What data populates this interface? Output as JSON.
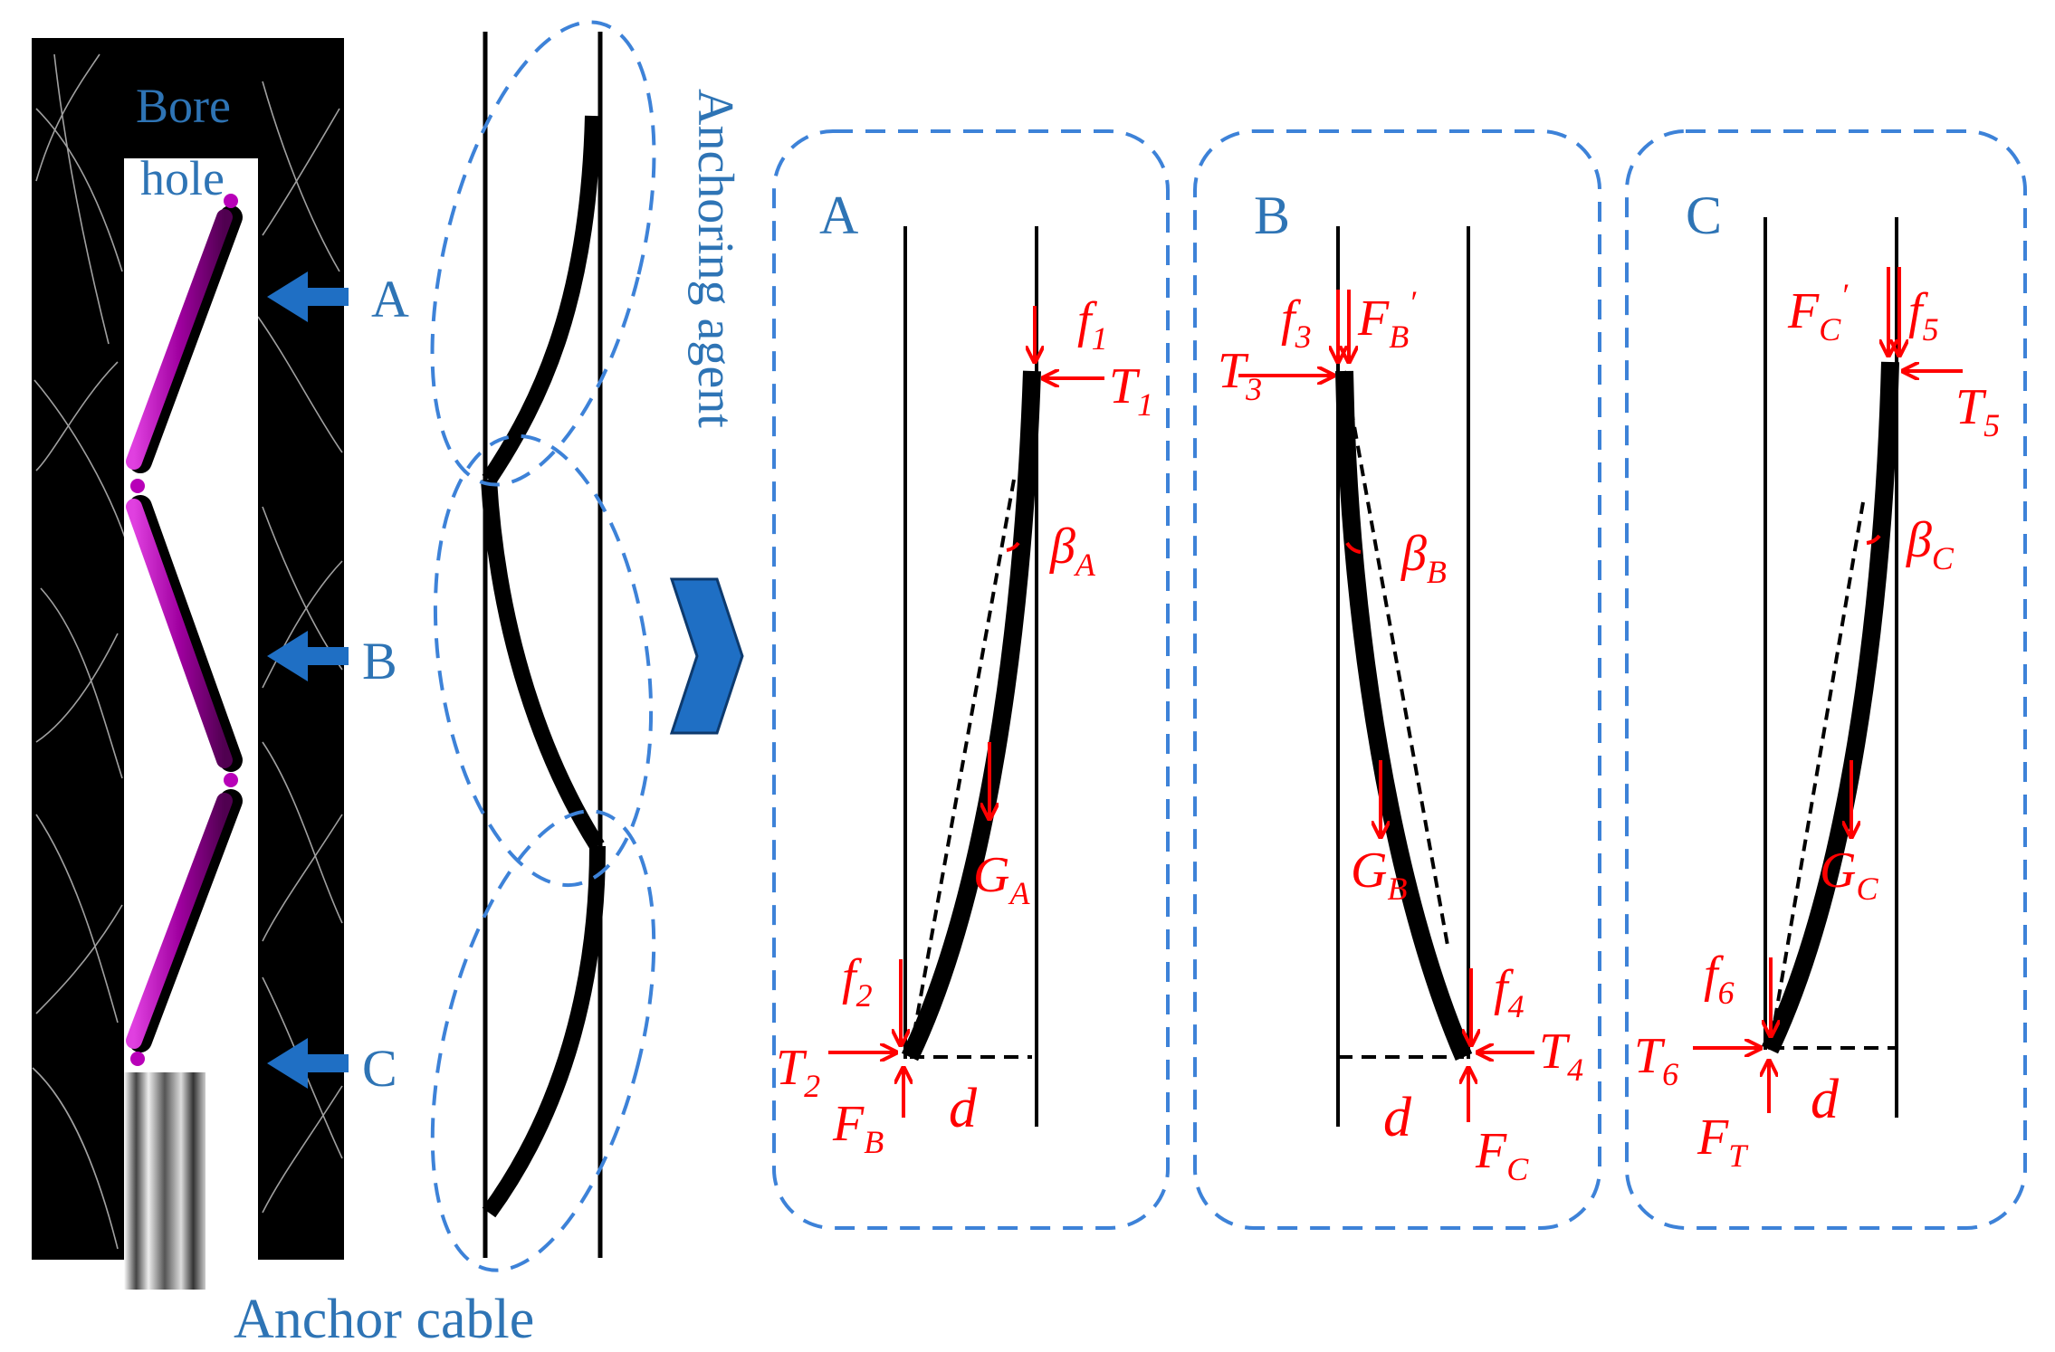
{
  "labels": {
    "bore_hole_line1": "Bore",
    "bore_hole_line2": "hole",
    "anchor_cable": "Anchor cable",
    "anchoring_agent": "Anchoring agent",
    "arrow_a": "A",
    "arrow_b": "B",
    "arrow_c": "C"
  },
  "panels": [
    {
      "title": "A",
      "forces": {
        "f_top": {
          "main": "f",
          "sub": "1"
        },
        "t_top": {
          "main": "T",
          "sub": "1"
        },
        "beta": {
          "main": "β",
          "sub": "A"
        },
        "g": {
          "main": "G",
          "sub": "A"
        },
        "f_bot": {
          "main": "f",
          "sub": "2"
        },
        "t_bot": {
          "main": "T",
          "sub": "2"
        },
        "f_support": {
          "main": "F",
          "sub": "B"
        },
        "d": "d"
      }
    },
    {
      "title": "B",
      "forces": {
        "f_top": {
          "main": "f",
          "sub": "3"
        },
        "f_prime": {
          "main": "F",
          "sub": "B",
          "prime": "′"
        },
        "t_top": {
          "main": "T",
          "sub": "3"
        },
        "beta": {
          "main": "β",
          "sub": "B"
        },
        "g": {
          "main": "G",
          "sub": "B"
        },
        "f_bot": {
          "main": "f",
          "sub": "4"
        },
        "t_bot": {
          "main": "T",
          "sub": "4"
        },
        "f_support": {
          "main": "F",
          "sub": "C"
        },
        "d": "d"
      }
    },
    {
      "title": "C",
      "forces": {
        "f_prime": {
          "main": "F",
          "sub": "C",
          "prime": "′"
        },
        "f_top": {
          "main": "f",
          "sub": "5"
        },
        "t_top": {
          "main": "T",
          "sub": "5"
        },
        "beta": {
          "main": "β",
          "sub": "C"
        },
        "g": {
          "main": "G",
          "sub": "C"
        },
        "f_bot": {
          "main": "f",
          "sub": "6"
        },
        "t_bot": {
          "main": "T",
          "sub": "6"
        },
        "f_support": {
          "main": "F",
          "sub": "T"
        },
        "d": "d"
      }
    }
  ],
  "colors": {
    "label_blue": "#2e74b5",
    "arrow_blue": "#1f6fc4",
    "force_red": "#ff0000",
    "bolt_magenta": "#b800b8"
  }
}
